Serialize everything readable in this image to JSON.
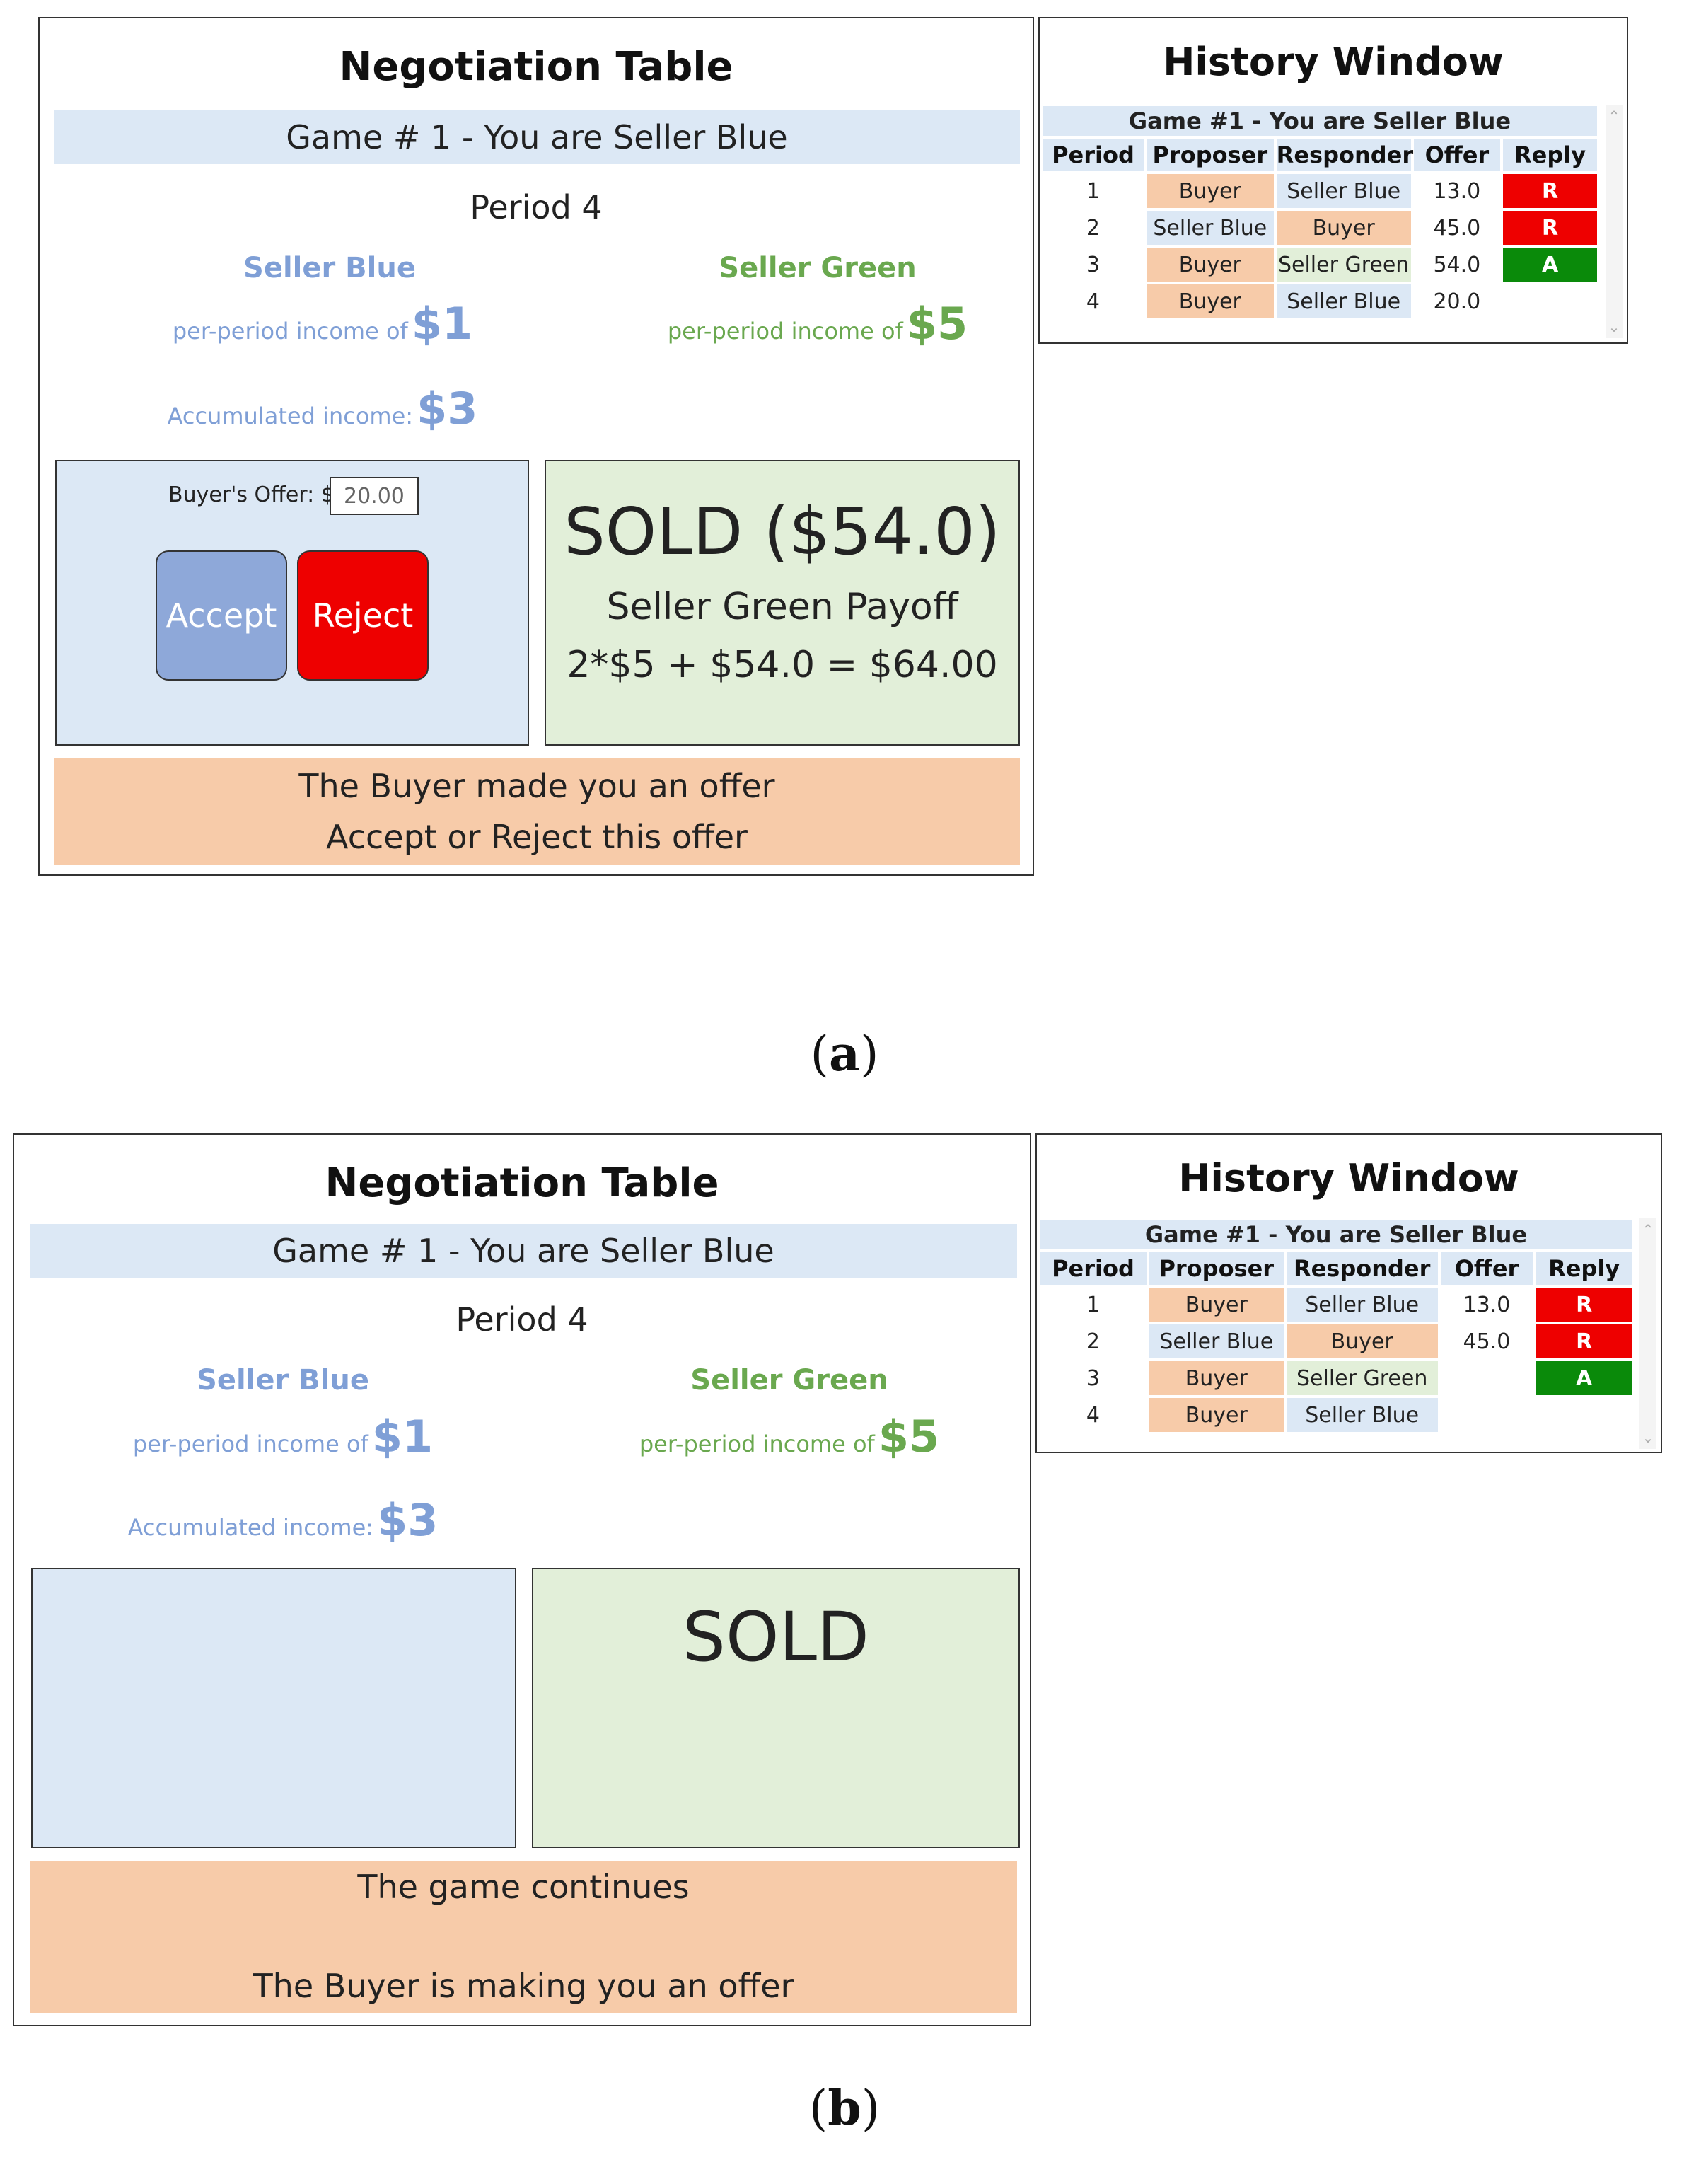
{
  "panels": [
    {
      "caption": "a",
      "negotiation": {
        "title": "Negotiation Table",
        "game_bar": "Game # 1 - You are Seller Blue",
        "period": "Period 4",
        "seller_blue": {
          "name": "Seller Blue",
          "income_label": "per-period income of",
          "income_value": "$1",
          "accum_label": "Accumulated income:",
          "accum_value": "$3"
        },
        "seller_green": {
          "name": "Seller Green",
          "income_label": "per-period income of",
          "income_value": "$5"
        },
        "offer": {
          "label": "Buyer's Offer: $",
          "value": "20.00",
          "accept_label": "Accept",
          "reject_label": "Reject"
        },
        "sold": {
          "headline": "SOLD ($54.0)",
          "payoff_title": "Seller Green Payoff",
          "payoff_formula": "2*$5 + $54.0 = $64.00"
        },
        "message": {
          "line1": "The Buyer made you an offer",
          "line2": "Accept or Reject this offer"
        }
      },
      "history": {
        "title": "History Window",
        "caption": "Game #1 - You are Seller Blue",
        "headers": [
          "Period",
          "Proposer",
          "Responder",
          "Offer",
          "Reply"
        ],
        "rows": [
          {
            "period": "1",
            "proposer": "Buyer",
            "responder": "Seller Blue",
            "offer": "13.0",
            "reply": "R"
          },
          {
            "period": "2",
            "proposer": "Seller Blue",
            "responder": "Buyer",
            "offer": "45.0",
            "reply": "R"
          },
          {
            "period": "3",
            "proposer": "Buyer",
            "responder": "Seller Green",
            "offer": "54.0",
            "reply": "A"
          },
          {
            "period": "4",
            "proposer": "Buyer",
            "responder": "Seller Blue",
            "offer": "20.0",
            "reply": ""
          }
        ]
      }
    },
    {
      "caption": "b",
      "negotiation": {
        "title": "Negotiation Table",
        "game_bar": "Game # 1 - You are Seller Blue",
        "period": "Period 4",
        "seller_blue": {
          "name": "Seller Blue",
          "income_label": "per-period income of",
          "income_value": "$1",
          "accum_label": "Accumulated income:",
          "accum_value": "$3"
        },
        "seller_green": {
          "name": "Seller Green",
          "income_label": "per-period income of",
          "income_value": "$5"
        },
        "sold": {
          "headline": "SOLD"
        },
        "message": {
          "line1": "The game continues",
          "line2": "The Buyer is making you an offer"
        }
      },
      "history": {
        "title": "History Window",
        "caption": "Game #1 - You are Seller Blue",
        "headers": [
          "Period",
          "Proposer",
          "Responder",
          "Offer",
          "Reply"
        ],
        "rows": [
          {
            "period": "1",
            "proposer": "Buyer",
            "responder": "Seller Blue",
            "offer": "13.0",
            "reply": "R"
          },
          {
            "period": "2",
            "proposer": "Seller Blue",
            "responder": "Buyer",
            "offer": "45.0",
            "reply": "R"
          },
          {
            "period": "3",
            "proposer": "Buyer",
            "responder": "Seller Green",
            "offer": "",
            "reply": "A"
          },
          {
            "period": "4",
            "proposer": "Buyer",
            "responder": "Seller Blue",
            "offer": "",
            "reply": ""
          }
        ]
      }
    }
  ],
  "colors": {
    "buyer": "#f7cba9",
    "seller_blue": "#dce8f5",
    "seller_green": "#e2efd9",
    "reject": "#ee0000",
    "accept": "#0a8a0a",
    "blue_text": "#7f9fd6",
    "green_text": "#6aa84f"
  }
}
